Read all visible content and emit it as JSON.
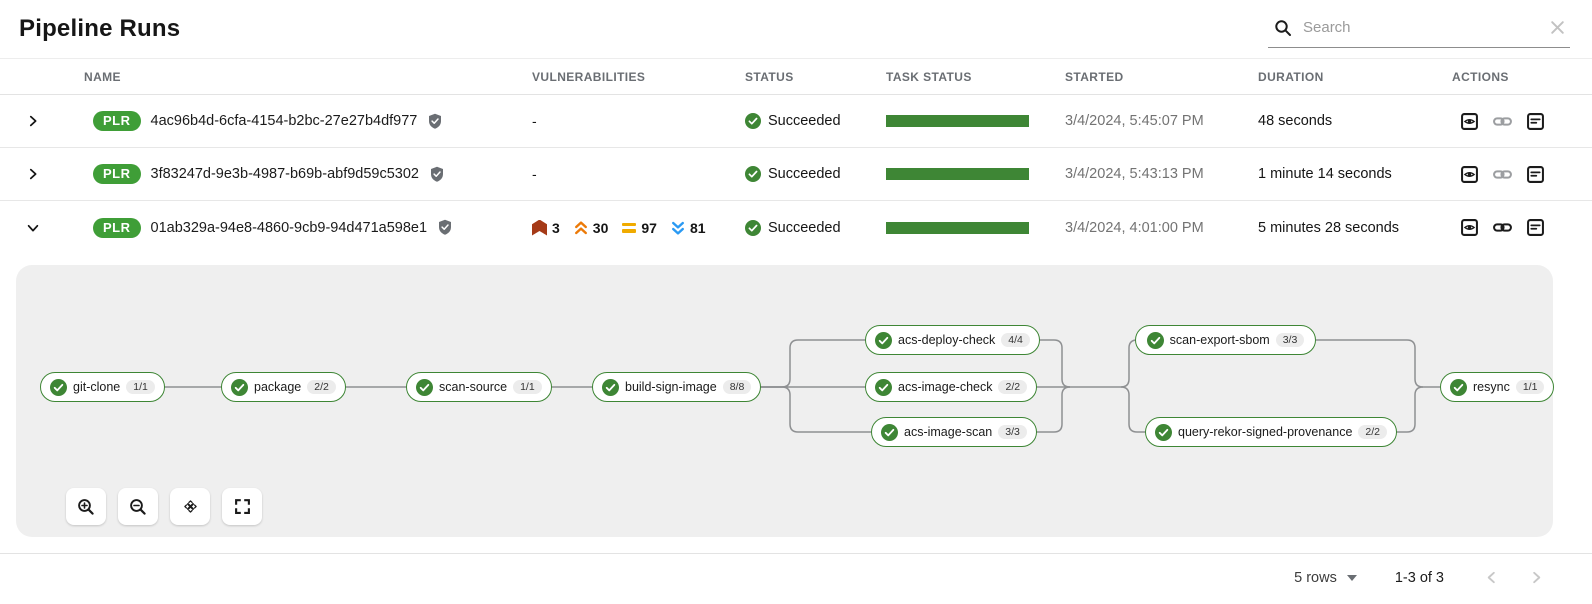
{
  "header": {
    "title": "Pipeline Runs"
  },
  "search": {
    "placeholder": "Search"
  },
  "table": {
    "columns": [
      "NAME",
      "VULNERABILITIES",
      "STATUS",
      "TASK STATUS",
      "STARTED",
      "DURATION",
      "ACTIONS"
    ],
    "rows": [
      {
        "badge": "PLR",
        "name": "4ac96b4d-6cfa-4154-b2bc-27e27b4df977",
        "vulnerabilities": "-",
        "status": "Succeeded",
        "started": "3/4/2024, 5:45:07 PM",
        "duration": "48 seconds"
      },
      {
        "badge": "PLR",
        "name": "3f83247d-9e3b-4987-b69b-abf9d59c5302",
        "vulnerabilities": "-",
        "status": "Succeeded",
        "started": "3/4/2024, 5:43:13 PM",
        "duration": "1 minute 14 seconds"
      },
      {
        "badge": "PLR",
        "name": "01ab329a-94e8-4860-9cb9-94d471a598e1",
        "vulnerabilities": {
          "critical": "3",
          "high": "30",
          "medium": "97",
          "low": "81"
        },
        "status": "Succeeded",
        "started": "3/4/2024, 4:01:00 PM",
        "duration": "5 minutes 28 seconds"
      }
    ]
  },
  "graph": {
    "nodes": [
      {
        "label": "git-clone",
        "count": "1/1"
      },
      {
        "label": "package",
        "count": "2/2"
      },
      {
        "label": "scan-source",
        "count": "1/1"
      },
      {
        "label": "build-sign-image",
        "count": "8/8"
      },
      {
        "label": "acs-deploy-check",
        "count": "4/4"
      },
      {
        "label": "acs-image-check",
        "count": "2/2"
      },
      {
        "label": "acs-image-scan",
        "count": "3/3"
      },
      {
        "label": "scan-export-sbom",
        "count": "3/3"
      },
      {
        "label": "query-rekor-signed-provenance",
        "count": "2/2"
      },
      {
        "label": "resync",
        "count": "1/1"
      }
    ]
  },
  "pagination": {
    "rows_per_page": "5 rows",
    "range": "1-3 of 3"
  },
  "colors": {
    "success_green": "#3e8635",
    "badge_green": "#3f9e37",
    "node_border": "#3e8635",
    "critical": "#a53a17",
    "high": "#ec7a08",
    "medium": "#f0ab00",
    "low": "#2b9af3",
    "edge_gray": "#8e9092",
    "panel_gray": "#efefef"
  }
}
